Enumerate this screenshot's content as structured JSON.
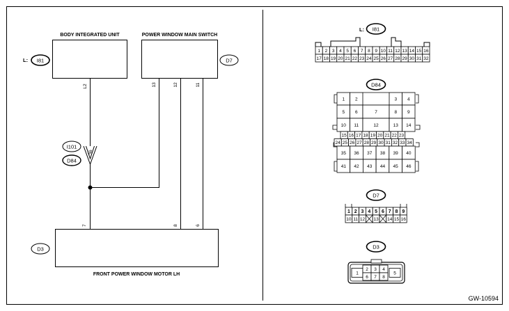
{
  "diagram": {
    "code": "GW-10594",
    "units": {
      "body_integrated_unit": {
        "title": "BODY INTEGRATED UNIT",
        "prefix": "L:",
        "connector": "I81"
      },
      "power_window_main_switch": {
        "title": "POWER WINDOW MAIN SWITCH",
        "connector": "D7"
      },
      "front_power_window_motor": {
        "title": "FRONT POWER WINDOW MOTOR LH",
        "connector": "D3"
      }
    },
    "wires": {
      "l2": "L2",
      "sw13": "13",
      "sw12": "12",
      "sw11": "11",
      "m7": "7",
      "m8": "8",
      "m6": "6"
    },
    "junction": {
      "top": "I101",
      "bottom": "D84",
      "pin": "36"
    }
  },
  "connectors": {
    "i81": {
      "prefix": "L:",
      "name": "I81",
      "row1": [
        "1",
        "2",
        "3",
        "4",
        "5",
        "6",
        "7",
        "8",
        "9",
        "10",
        "11",
        "12",
        "13",
        "14",
        "15",
        "16"
      ],
      "row2": [
        "17",
        "18",
        "19",
        "20",
        "21",
        "22",
        "23",
        "24",
        "25",
        "26",
        "27",
        "28",
        "29",
        "30",
        "31",
        "32"
      ]
    },
    "d84": {
      "name": "D84",
      "r1": [
        "1",
        "2",
        "3",
        "4"
      ],
      "r2": [
        "5",
        "6",
        "7",
        "8",
        "9"
      ],
      "r3": [
        "10",
        "11",
        "12",
        "13",
        "14"
      ],
      "r4": [
        "15",
        "16",
        "17",
        "18",
        "19",
        "20",
        "21",
        "22",
        "23"
      ],
      "r5": [
        "24",
        "25",
        "26",
        "27",
        "28",
        "29",
        "30",
        "31",
        "32",
        "33",
        "34"
      ],
      "r6": [
        "35",
        "36",
        "37",
        "38",
        "39",
        "40"
      ],
      "r7": [
        "41",
        "42",
        "43",
        "44",
        "45",
        "46"
      ]
    },
    "d7": {
      "name": "D7",
      "row1": [
        "1",
        "2",
        "3",
        "4",
        "5",
        "6",
        "7",
        "8",
        "9"
      ],
      "row2": [
        "10",
        "11",
        "12",
        "13",
        "14",
        "15",
        "16"
      ]
    },
    "d3": {
      "name": "D3",
      "pins": [
        "1",
        "2",
        "3",
        "4",
        "5",
        "6",
        "7",
        "8"
      ]
    }
  }
}
